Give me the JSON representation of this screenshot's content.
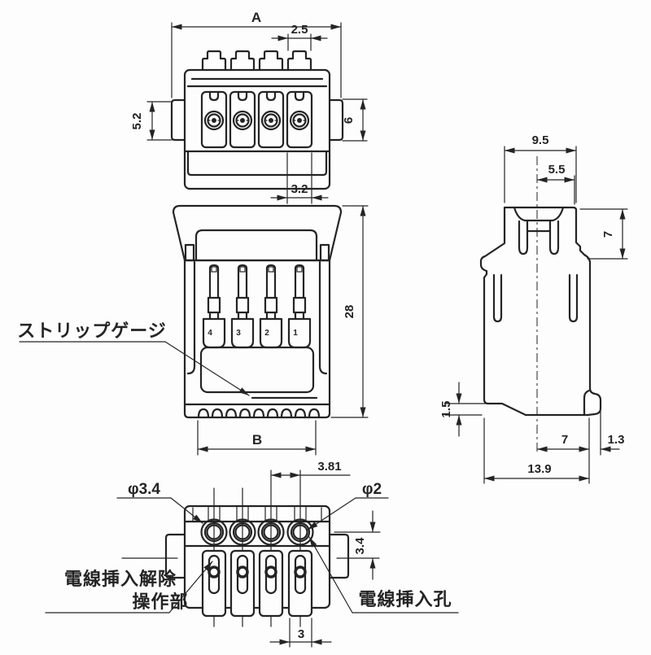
{
  "drawing": {
    "colors": {
      "line": "#242424",
      "background": "#fdfdfd"
    },
    "labels": {
      "strip_gauge": "ストリップゲージ",
      "release_line1": "電線挿入解除",
      "release_line2": "操作部",
      "insertion_hole": "電線挿入孔"
    },
    "dims": {
      "a": "A",
      "tab": "2.5",
      "flange_left": "5.2",
      "flange_right": "6",
      "slot_offset": "3.2",
      "height": "28",
      "b": "B",
      "depth": "9.5",
      "depth_upper": "5.5",
      "latch": "7",
      "foot": "1.5",
      "base": "7",
      "overhang": "1.3",
      "total_depth": "13.9",
      "pitch": "3.81",
      "dia_outer": "φ3.4",
      "dia_inner": "φ2",
      "hole_offset": "3.4",
      "slot_width": "3"
    },
    "pins": [
      "4",
      "3",
      "2",
      "1"
    ]
  }
}
